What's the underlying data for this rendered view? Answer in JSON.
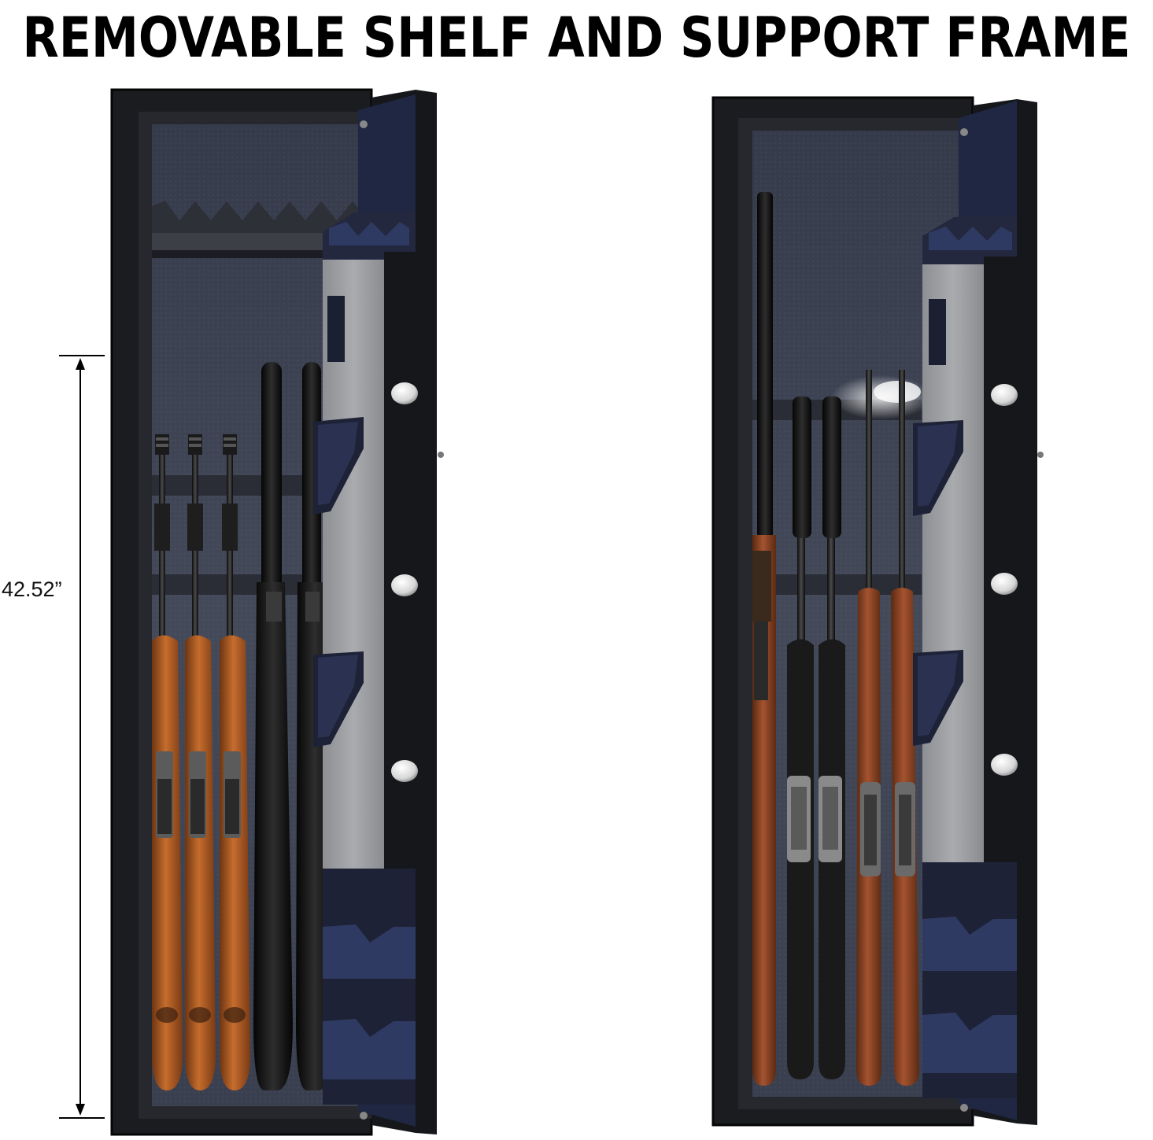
{
  "headline": "REMOVABLE SHELF AND SUPPORT FRAME",
  "dimension": {
    "label": "42.52”"
  },
  "colors": {
    "safe_body": "#1a1b1f",
    "interior_carpet": "#3b4150",
    "door_panel": "#222a44",
    "felt_panel": "#9a9ca0",
    "wood_stock": "#a85a24",
    "black_gun": "#121212",
    "knob": "#e8e8e8"
  },
  "safes": [
    {
      "name": "left-safe",
      "configuration": "with-shelf"
    },
    {
      "name": "right-safe",
      "configuration": "without-shelf"
    }
  ]
}
